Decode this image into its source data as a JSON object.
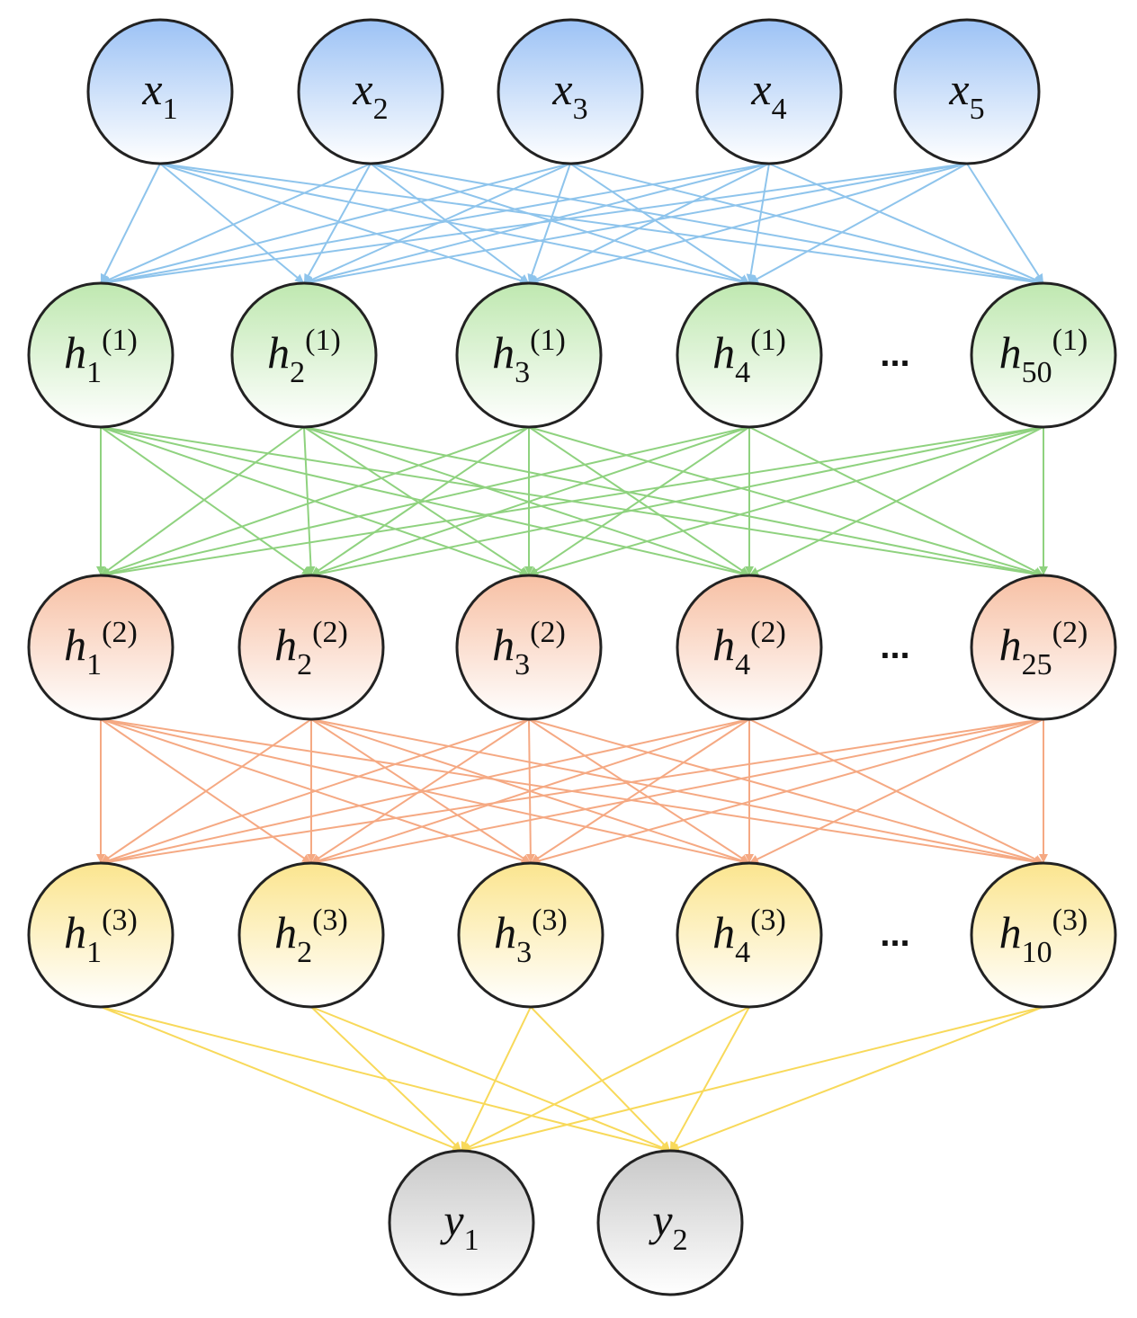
{
  "layers": [
    {
      "id": "input",
      "color": "#9cc2f5",
      "edge_color": "#8ec4ec",
      "nodes": [
        {
          "name": "x",
          "sub": "1",
          "sup": ""
        },
        {
          "name": "x",
          "sub": "2",
          "sup": ""
        },
        {
          "name": "x",
          "sub": "3",
          "sup": ""
        },
        {
          "name": "x",
          "sub": "4",
          "sup": ""
        },
        {
          "name": "x",
          "sub": "5",
          "sup": ""
        }
      ],
      "ellipsis": ""
    },
    {
      "id": "hidden-1",
      "color": "#bfe8b0",
      "edge_color": "#8fd27f",
      "nodes": [
        {
          "name": "h",
          "sub": "1",
          "sup": "(1)"
        },
        {
          "name": "h",
          "sub": "2",
          "sup": "(1)"
        },
        {
          "name": "h",
          "sub": "3",
          "sup": "(1)"
        },
        {
          "name": "h",
          "sub": "4",
          "sup": "(1)"
        },
        {
          "name": "h",
          "sub": "50",
          "sup": "(1)"
        }
      ],
      "ellipsis": "..."
    },
    {
      "id": "hidden-2",
      "color": "#f7c0a4",
      "edge_color": "#f5a983",
      "nodes": [
        {
          "name": "h",
          "sub": "1",
          "sup": "(2)"
        },
        {
          "name": "h",
          "sub": "2",
          "sup": "(2)"
        },
        {
          "name": "h",
          "sub": "3",
          "sup": "(2)"
        },
        {
          "name": "h",
          "sub": "4",
          "sup": "(2)"
        },
        {
          "name": "h",
          "sub": "25",
          "sup": "(2)"
        }
      ],
      "ellipsis": "..."
    },
    {
      "id": "hidden-3",
      "color": "#fbe58f",
      "edge_color": "#f8d95a",
      "nodes": [
        {
          "name": "h",
          "sub": "1",
          "sup": "(3)"
        },
        {
          "name": "h",
          "sub": "2",
          "sup": "(3)"
        },
        {
          "name": "h",
          "sub": "3",
          "sup": "(3)"
        },
        {
          "name": "h",
          "sub": "4",
          "sup": "(3)"
        },
        {
          "name": "h",
          "sub": "10",
          "sup": "(3)"
        }
      ],
      "ellipsis": "..."
    },
    {
      "id": "output",
      "color": "#c8c8c8",
      "edge_color": "",
      "nodes": [
        {
          "name": "y",
          "sub": "1",
          "sup": ""
        },
        {
          "name": "y",
          "sub": "2",
          "sup": ""
        }
      ],
      "ellipsis": ""
    }
  ]
}
